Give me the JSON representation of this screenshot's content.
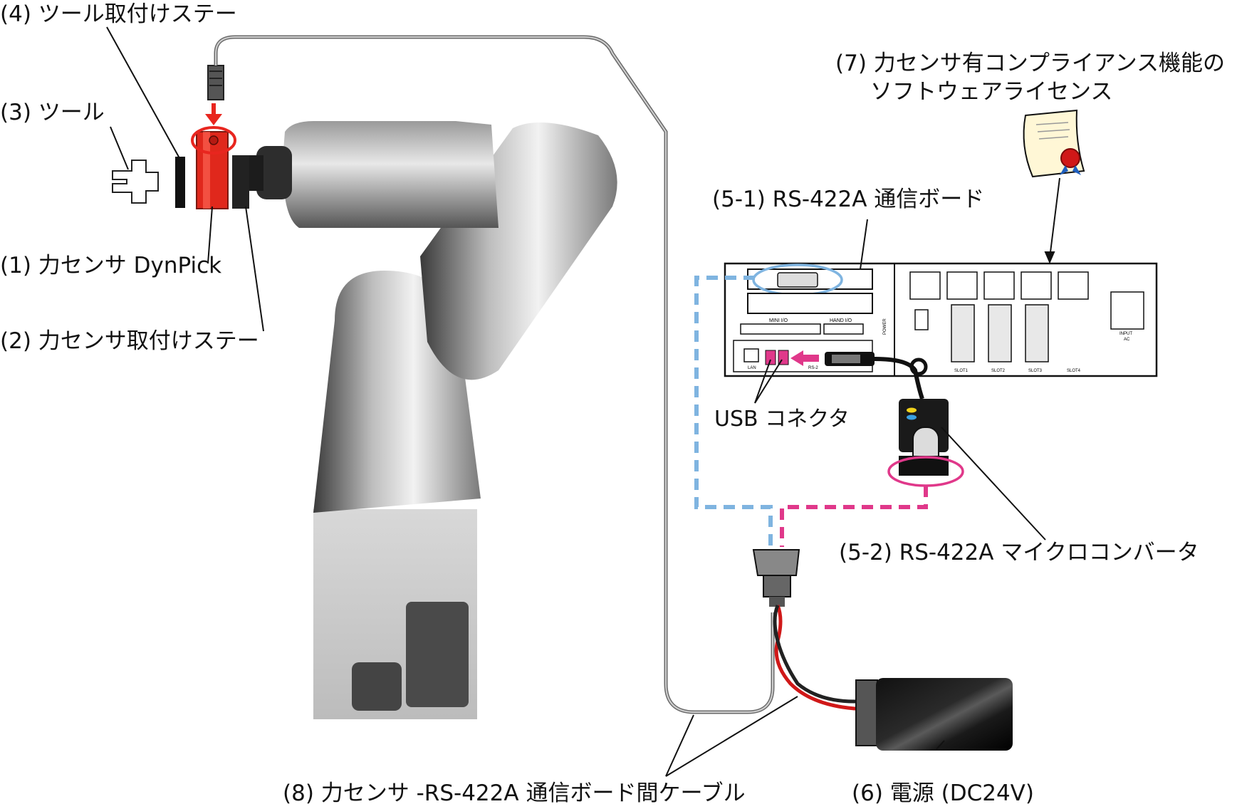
{
  "labels": {
    "tool_stay": "(4) ツール取付けステー",
    "tool": "(3) ツール",
    "sensor": "(1) 力センサ DynPick",
    "sensor_stay": "(2) 力センサ取付けステー",
    "license_line1": "(7) 力センサ有コンプライアンス機能の",
    "license_line2": "ソフトウェアライセンス",
    "board": "(5-1) RS-422A 通信ボード",
    "usb": "USB コネクタ",
    "converter": "(5-2) RS-422A マイクロコンバータ",
    "cable": "(8) 力センサ -RS-422A 通信ボード間ケーブル",
    "power": "(6) 電源 (DC24V)"
  },
  "controller_text": {
    "mini_io": "MINI I/O",
    "hand_io": "HAND I/O",
    "power": "POWER",
    "lan": "LAN",
    "rs2": "RS-2",
    "slot1": "SLOT1",
    "slot2": "SLOT2",
    "slot3": "SLOT3",
    "slot4": "SLOT4",
    "input_ac_1": "INPUT",
    "input_ac_2": "AC"
  },
  "colors": {
    "sensor_red": "#e0281c",
    "highlight_red": "#e8261f",
    "board_blue_dashed": "#7fb4e0",
    "converter_pink_dashed": "#e0388a",
    "cable_gray": "#555555"
  }
}
